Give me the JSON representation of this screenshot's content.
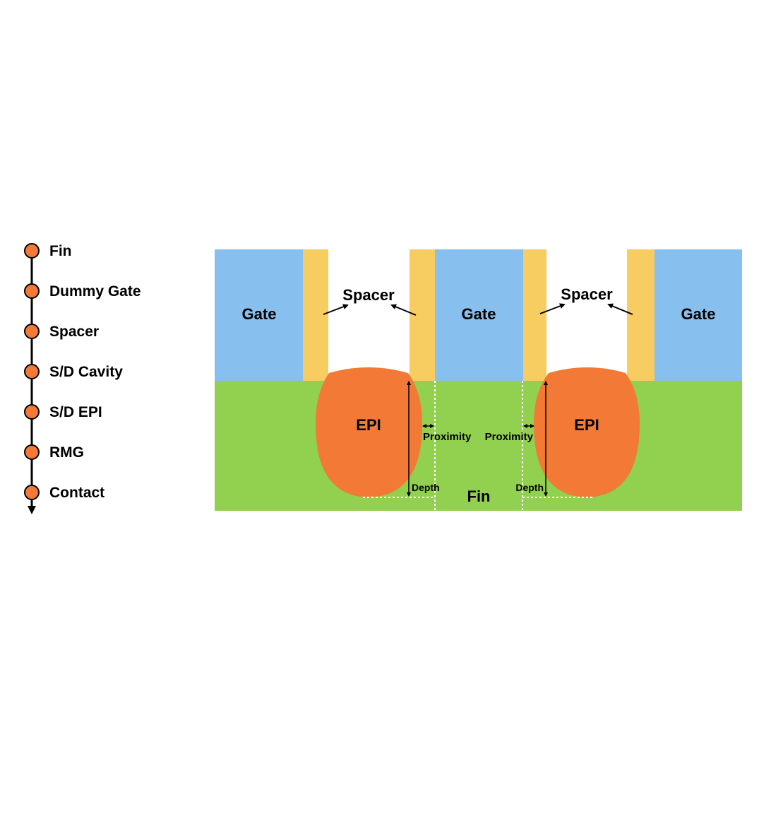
{
  "process_flow": {
    "steps": [
      "Fin",
      "Dummy Gate",
      "Spacer",
      "S/D Cavity",
      "S/D EPI",
      "RMG",
      "Contact"
    ]
  },
  "cross_section": {
    "gate_label": "Gate",
    "spacer_label": "Spacer",
    "epi_label": "EPI",
    "fin_label": "Fin",
    "proximity_label": "Proximity",
    "depth_label": "Depth"
  },
  "colors": {
    "gate": "#87bfef",
    "spacer": "#f7cd61",
    "fin": "#92d050",
    "epi": "#f27a36",
    "step_marker": "#f27a36",
    "line": "#000000"
  }
}
